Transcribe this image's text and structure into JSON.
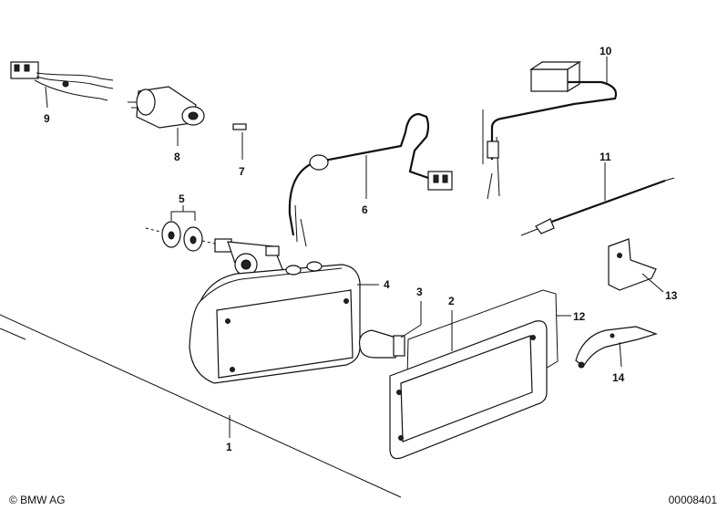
{
  "labels": {
    "p1": "1",
    "p2": "2",
    "p3": "3",
    "p4": "4",
    "p5": "5",
    "p6": "6",
    "p7": "7",
    "p8": "8",
    "p9": "9",
    "p10": "10",
    "p11": "11",
    "p12": "12",
    "p13": "13",
    "p14": "14"
  },
  "footer": {
    "copyright": "© BMW AG",
    "doc_number": "00008401"
  }
}
